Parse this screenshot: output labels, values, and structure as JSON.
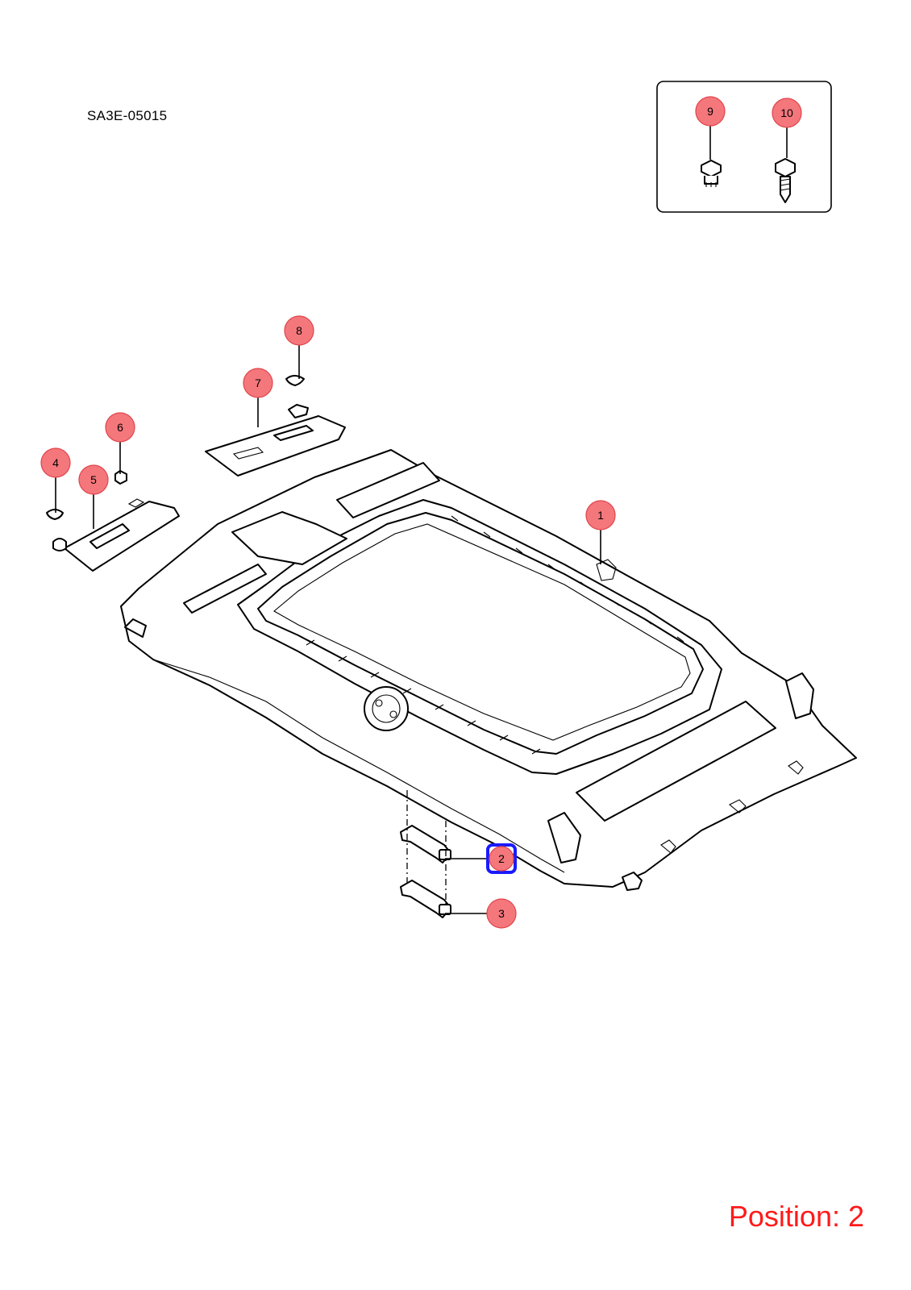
{
  "diagram_code": "SA3E-05015",
  "callouts": [
    {
      "id": "1",
      "label": "1"
    },
    {
      "id": "2",
      "label": "2",
      "selected": true
    },
    {
      "id": "3",
      "label": "3"
    },
    {
      "id": "4",
      "label": "4"
    },
    {
      "id": "5",
      "label": "5"
    },
    {
      "id": "6",
      "label": "6"
    },
    {
      "id": "7",
      "label": "7"
    },
    {
      "id": "8",
      "label": "8"
    },
    {
      "id": "9",
      "label": "9"
    },
    {
      "id": "10",
      "label": "10"
    }
  ],
  "position_label": "Position: 2",
  "colors": {
    "callout_fill": "#f4777c",
    "selection_outline": "#1a1aff",
    "position_text": "#ff1a1a"
  }
}
